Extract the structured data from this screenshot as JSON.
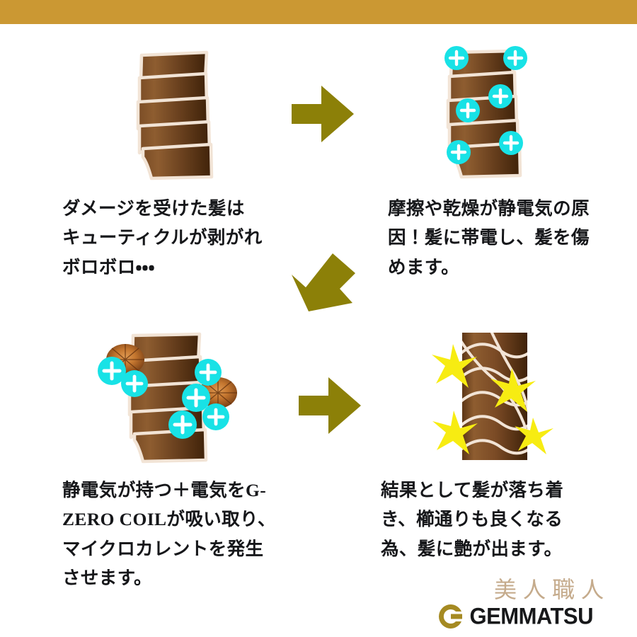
{
  "banner": {
    "color": "#cb9833",
    "label": ""
  },
  "palette": {
    "banner_gold": "#cb9833",
    "arrow_olive": "#8c8008",
    "charge_cyan": "#18e2e6",
    "hair_brown_light": "#8b5a2f",
    "hair_brown_dark": "#462710",
    "cuticle_cream": "#f2e4d6",
    "coil_copper_light": "#d8863c",
    "coil_copper_dark": "#6f3811",
    "sparkle_yellow": "#f7ec12",
    "brand_tan": "#c5ab8c",
    "brand_black": "#17181a",
    "logo_gold": "#a58a22"
  },
  "panels": [
    {
      "id": "damaged-hair",
      "icon": "damaged-cuticle-illustration",
      "caption": "ダメージを受けた髪は\nキューティクルが剥がれ\nボロボロ・・・"
    },
    {
      "id": "static-charge",
      "icon": "charged-cuticle-illustration",
      "caption": "摩擦や乾燥が静電気の原\n因！髪に帯電し、髪を傷\nめます。",
      "charges": 6,
      "charge_symbol": "+"
    },
    {
      "id": "coil-absorbs",
      "icon": "coil-absorbing-illustration",
      "caption": "静電気が持つ＋電気をG-\nZERO COILが吸い取り、\nマイクロカレントを発生\nさせます。",
      "charges": 6,
      "coils": 2,
      "charge_symbol": "+"
    },
    {
      "id": "healthy-hair",
      "icon": "healthy-hair-illustration",
      "caption": "結果として髪が落ち着\nき、櫛通りも良くなる\n為、髪に艶が出ます。",
      "sparkles": 4
    }
  ],
  "arrows": [
    {
      "id": "arrow-step-1-to-2",
      "direction": "right"
    },
    {
      "id": "arrow-step-2-to-3",
      "direction": "down-left"
    },
    {
      "id": "arrow-step-3-to-4",
      "direction": "right"
    }
  ],
  "branding": {
    "tagline": "美人職人",
    "wordmark": "GEMMATSU",
    "mark": "g-monogram-icon"
  }
}
